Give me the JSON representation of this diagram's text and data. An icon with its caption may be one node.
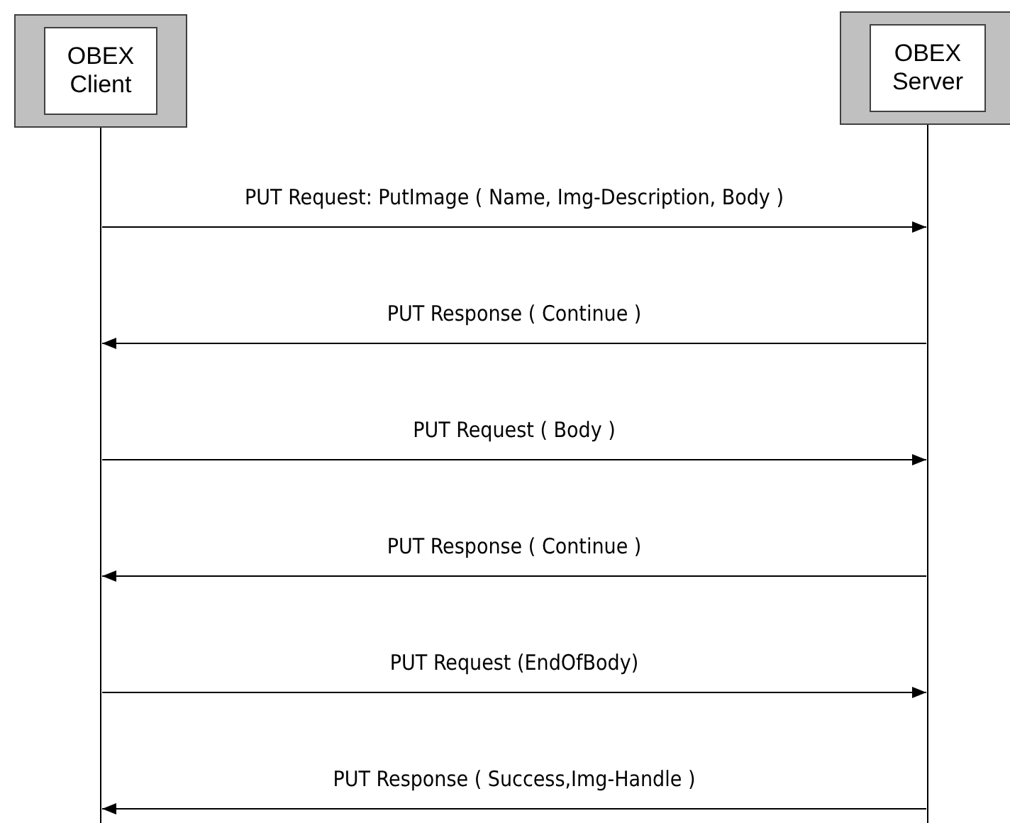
{
  "diagram": {
    "nodes": [
      {
        "text": [
          "OBEX Client"
        ]
      },
      {
        "text": [
          "OBEX Server"
        ]
      }
    ],
    "edges": [
      {
        "from": 0,
        "to": 1,
        "arrow": "to",
        "label": "PUT Request: PutImage ( Name, Img-Description, Body )"
      },
      {
        "from": 1,
        "to": 0,
        "arrow": "to",
        "label": "PUT Response ( Continue )"
      },
      {
        "from": 0,
        "to": 1,
        "arrow": "to",
        "label": "PUT Request ( Body )"
      },
      {
        "from": 1,
        "to": 0,
        "arrow": "to",
        "label": "PUT Response ( Continue )"
      },
      {
        "from": 0,
        "to": 1,
        "arrow": "to",
        "label": "PUT Request (EndOfBody)"
      },
      {
        "from": 1,
        "to": 0,
        "arrow": "to",
        "label": "PUT Response ( Success,Img-Handle )"
      }
    ]
  }
}
